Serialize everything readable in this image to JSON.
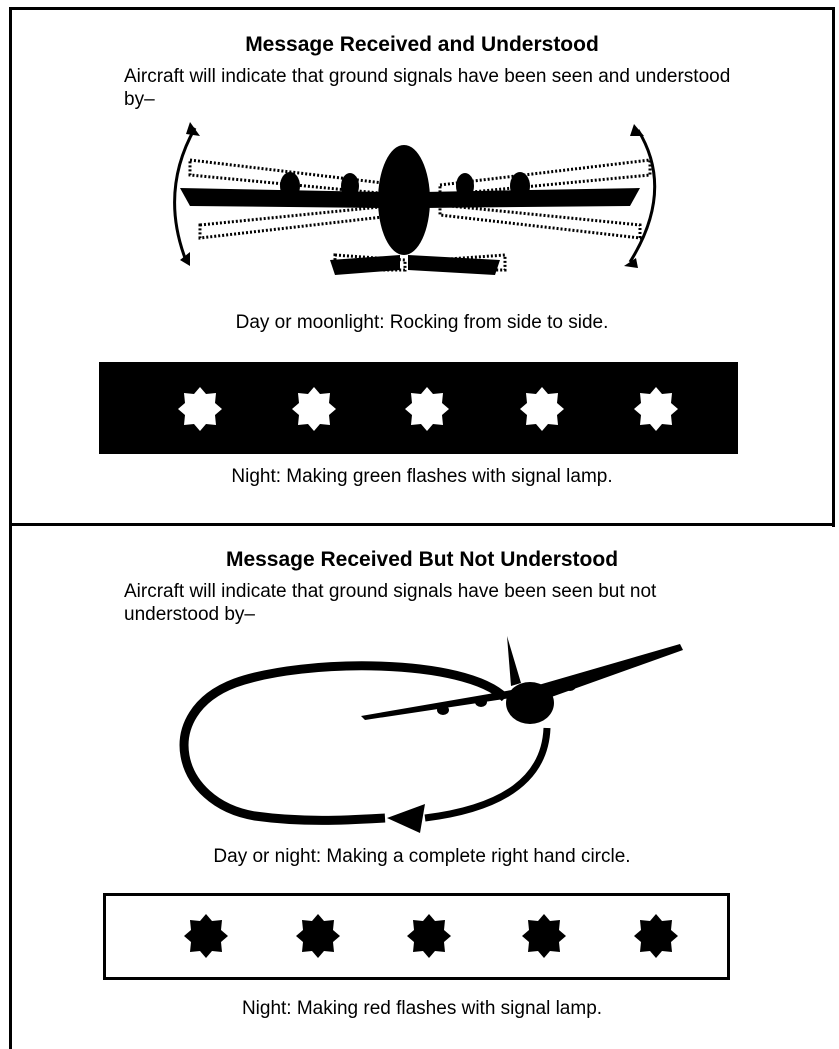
{
  "section_received": {
    "title": "Message Received and Understood",
    "intro": "Aircraft will indicate that ground signals have been seen and understood by–",
    "day_caption": "Day or moonlight: Rocking from side to side.",
    "night_caption": "Night: Making green flashes with signal lamp.",
    "lamp_style": "black-bar-white-flashes",
    "flash_count": 5
  },
  "section_not_understood": {
    "title": "Message Received But Not Understood",
    "intro": "Aircraft will indicate that ground signals have been seen but not understood by–",
    "day_caption": "Day or night: Making a complete right hand circle.",
    "night_caption": "Night: Making red flashes with signal lamp.",
    "lamp_style": "white-bar-black-flashes",
    "flash_count": 5
  },
  "colors": {
    "ink": "#000000",
    "paper": "#ffffff"
  }
}
